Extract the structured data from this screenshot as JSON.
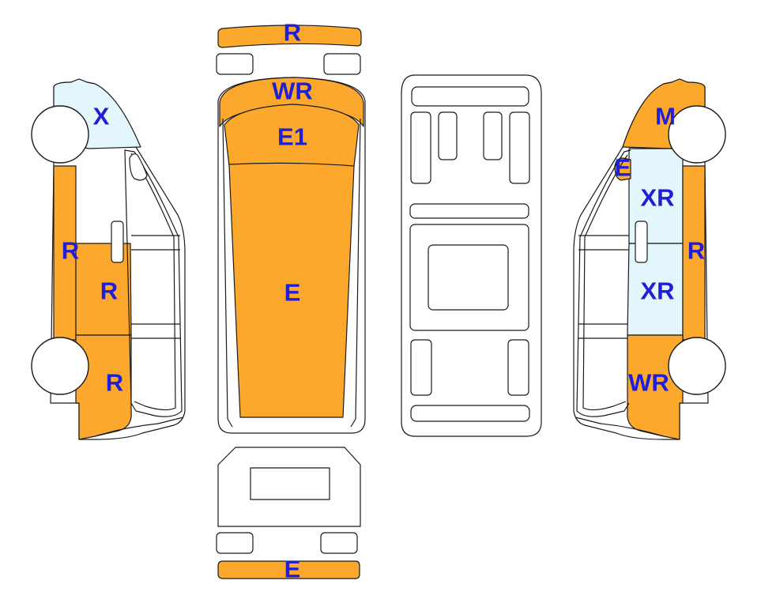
{
  "colors": {
    "orange": "#FBA82D",
    "light_blue": "#E2F6FC",
    "white": "#FFFFFF",
    "outline": "#1A1A1A",
    "label": "#1F1FD8"
  },
  "views": {
    "front_bumper": {
      "code": "R"
    },
    "hood_top": {
      "code": "WR"
    },
    "windshield_roof_front": {
      "code": "E1"
    },
    "roof": {
      "code": "E"
    },
    "rear_bumper": {
      "code": "E"
    },
    "left_fender": {
      "code": "X"
    },
    "left_front_side": {
      "code": "R"
    },
    "left_middle": {
      "code": "R"
    },
    "left_rear": {
      "code": "R"
    },
    "right_fender": {
      "code": "M"
    },
    "right_front_small": {
      "code": "E"
    },
    "right_upper_door": {
      "code": "XR"
    },
    "right_side": {
      "code": "R"
    },
    "right_lower_door": {
      "code": "XR"
    },
    "right_rear": {
      "code": "WR"
    }
  }
}
